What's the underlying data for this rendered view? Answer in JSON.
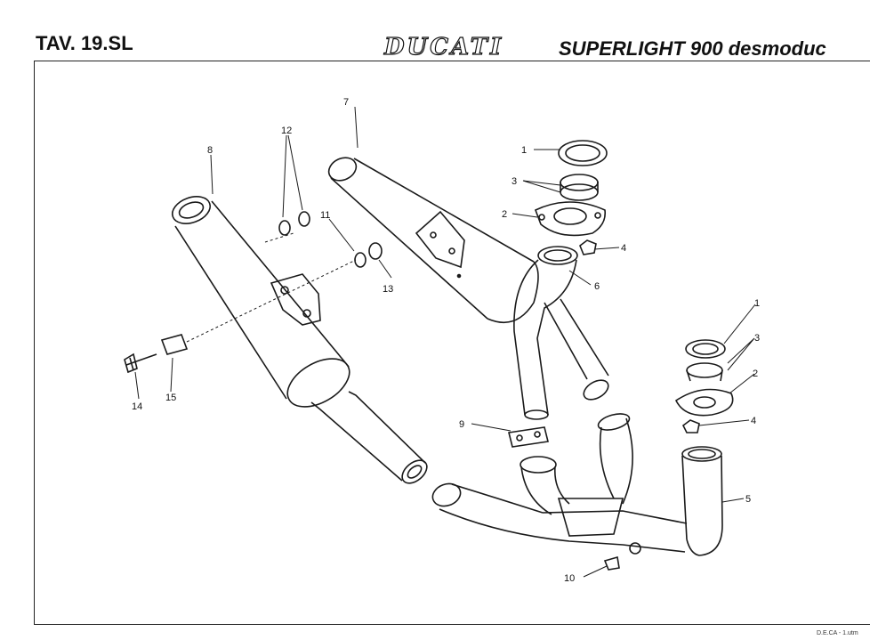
{
  "header": {
    "table_code": "TAV. 19.SL",
    "brand": "DUCATI",
    "model": "SUPERLIGHT 900 desmoduc"
  },
  "diagram": {
    "callouts": [
      "1",
      "2",
      "3",
      "4",
      "5",
      "6",
      "7",
      "8",
      "9",
      "10",
      "11",
      "12",
      "13",
      "14",
      "15"
    ]
  },
  "footer": {
    "stamp": "D.E.CA - 1.utm"
  }
}
